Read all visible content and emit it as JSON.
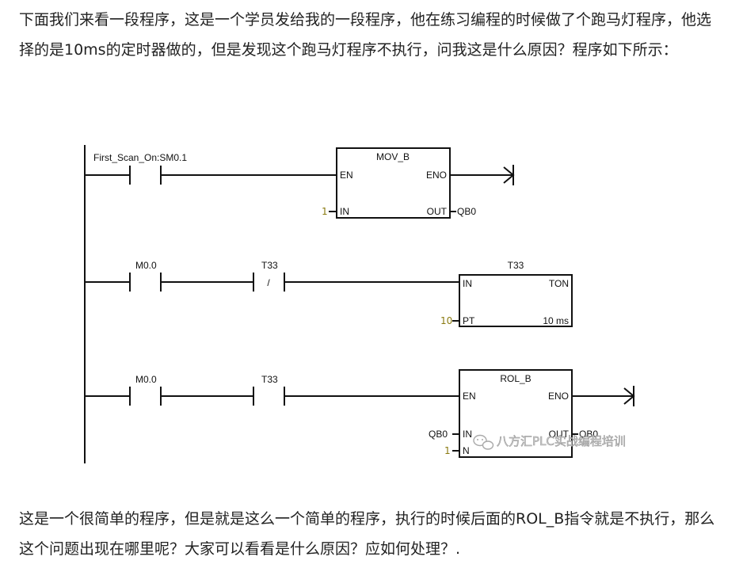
{
  "article": {
    "paragraph1": "下面我们来看一段程序，这是一个学员发给我的一段程序，他在练习编程的时候做了个跑马灯程序，他选择的是10ms的定时器做的，但是发现这个跑马灯程序不执行，问我这是什么原因？程序如下所示：",
    "paragraph2": "这是一个很简单的程序，但是就是这么一个简单的程序，执行的时候后面的ROL_B指令就是不执行，那么这个问题出现在哪里呢？大家可以看看是什么原因？应如何处理？."
  },
  "ladder": {
    "rung1": {
      "contact_label": "First_Scan_On:SM0.1",
      "box_title": "MOV_B",
      "en": "EN",
      "eno": "ENO",
      "in_pin": "IN",
      "out_pin": "OUT",
      "in_value": "1",
      "out_value": "QB0"
    },
    "rung2": {
      "contact1_label": "M0.0",
      "contact2_label": "T33",
      "contact2_symbol": "/",
      "box_title": "T33",
      "in_pin": "IN",
      "type": "TON",
      "pt_pin": "PT",
      "pt_value": "10",
      "resolution": "10 ms"
    },
    "rung3": {
      "contact1_label": "M0.0",
      "contact2_label": "T33",
      "box_title": "ROL_B",
      "en": "EN",
      "eno": "ENO",
      "in_pin": "IN",
      "out_pin": "OUT",
      "n_pin": "N",
      "in_value": "QB0",
      "out_value": "QB0",
      "n_value": "1"
    }
  },
  "watermark": {
    "text": "八方汇PLC实战编程培训",
    "icon": "wechat-icon"
  }
}
